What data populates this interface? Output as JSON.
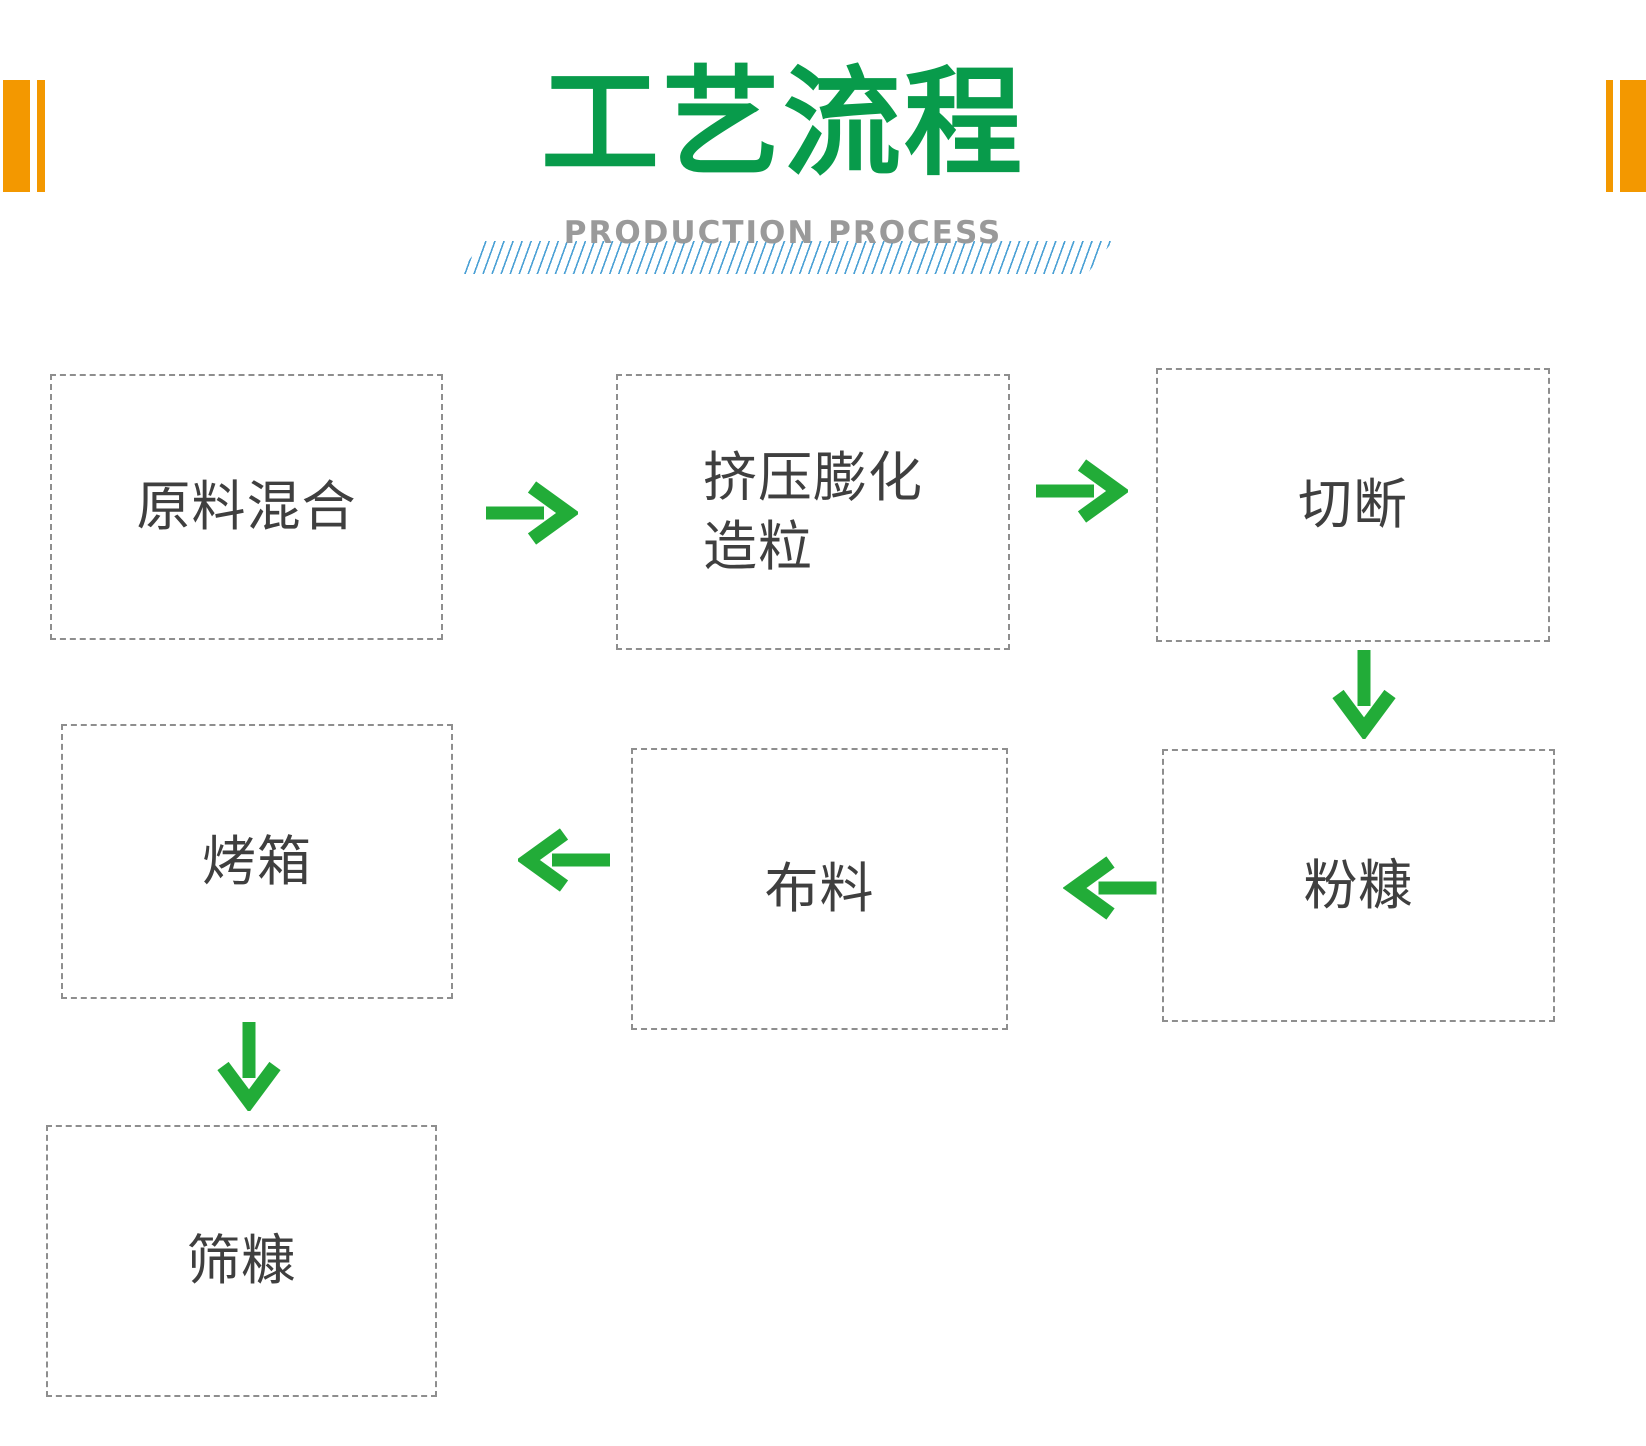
{
  "header": {
    "title": "工艺流程",
    "subtitle": "PRODUCTION PROCESS"
  },
  "colors": {
    "title_green": "#089b4b",
    "arrow_green": "#22ac38",
    "accent_orange": "#f39800",
    "box_border_gray": "#8e8e8e",
    "box_text_gray": "#3f3f3f",
    "subtitle_gray": "#9a9a9a",
    "hatch_blue": "#4aa0d5"
  },
  "flowchart": {
    "boxes": [
      {
        "id": "mix",
        "label": "原料混合"
      },
      {
        "id": "extrude",
        "label": "挤压膨化\n造粒"
      },
      {
        "id": "cut",
        "label": "切断"
      },
      {
        "id": "bran",
        "label": "粉糠"
      },
      {
        "id": "spread",
        "label": "布料"
      },
      {
        "id": "oven",
        "label": "烤箱"
      },
      {
        "id": "sieve",
        "label": "筛糠"
      }
    ],
    "arrows": [
      {
        "from": "原料混合",
        "to": "挤压膨化造粒",
        "direction": "right"
      },
      {
        "from": "挤压膨化造粒",
        "to": "切断",
        "direction": "right"
      },
      {
        "from": "切断",
        "to": "粉糠",
        "direction": "down"
      },
      {
        "from": "粉糠",
        "to": "布料",
        "direction": "left"
      },
      {
        "from": "布料",
        "to": "烤箱",
        "direction": "left"
      },
      {
        "from": "烤箱",
        "to": "筛糠",
        "direction": "down"
      }
    ]
  }
}
